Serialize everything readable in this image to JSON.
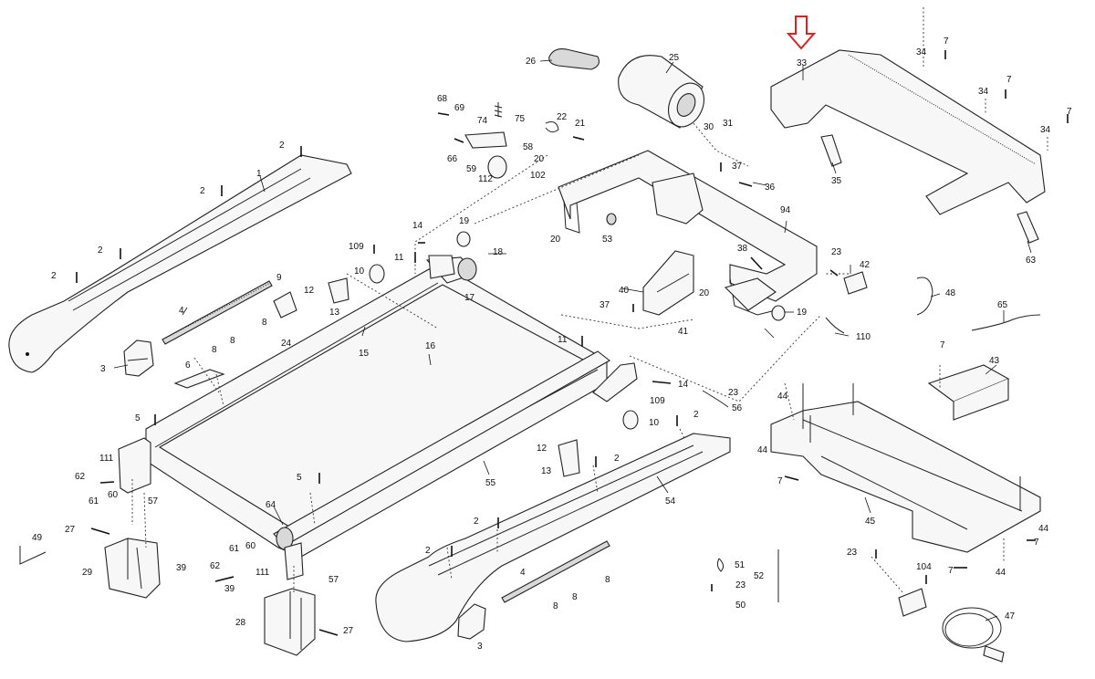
{
  "diagram": {
    "highlight_arrow_color": "#e02020",
    "highlight_arrow_target": "33",
    "labels": {
      "l1": "1",
      "l2a": "2",
      "l2b": "2",
      "l2c": "2",
      "l2d": "2",
      "l2e": "2",
      "l2f": "2",
      "l2g": "2",
      "l2h": "2",
      "l3a": "3",
      "l3b": "3",
      "l4a": "4",
      "l4b": "4",
      "l5a": "5",
      "l5b": "5",
      "l6": "6",
      "l7a": "7",
      "l7b": "7",
      "l7c": "7",
      "l7d": "7",
      "l7e": "7",
      "l7f": "7",
      "l7g": "7",
      "l8a": "8",
      "l8b": "8",
      "l8c": "8",
      "l8d": "8",
      "l8e": "8",
      "l8f": "8",
      "l9": "9",
      "l10a": "10",
      "l10b": "10",
      "l11a": "11",
      "l11b": "11",
      "l12a": "12",
      "l12b": "12",
      "l13a": "13",
      "l13b": "13",
      "l14a": "14",
      "l14b": "14",
      "l15": "15",
      "l16": "16",
      "l17": "17",
      "l18": "18",
      "l19a": "19",
      "l19b": "19",
      "l20a": "20",
      "l20b": "20",
      "l20c": "20",
      "l21": "21",
      "l22": "22",
      "l23a": "23",
      "l23b": "23",
      "l23c": "23",
      "l23d": "23",
      "l24": "24",
      "l25": "25",
      "l26": "26",
      "l27a": "27",
      "l27b": "27",
      "l28": "28",
      "l29": "29",
      "l30": "30",
      "l31": "31",
      "l33": "33",
      "l34a": "34",
      "l34b": "34",
      "l34c": "34",
      "l35": "35",
      "l36": "36",
      "l37a": "37",
      "l37b": "37",
      "l38": "38",
      "l39a": "39",
      "l39b": "39",
      "l40": "40",
      "l41": "41",
      "l42": "42",
      "l43": "43",
      "l44a": "44",
      "l44b": "44",
      "l44c": "44",
      "l44d": "44",
      "l45": "45",
      "l47": "47",
      "l48": "48",
      "l49": "49",
      "l50": "50",
      "l51": "51",
      "l52": "52",
      "l53": "53",
      "l54": "54",
      "l55": "55",
      "l56": "56",
      "l57a": "57",
      "l57b": "57",
      "l58": "58",
      "l59": "59",
      "l60a": "60",
      "l60b": "60",
      "l61a": "61",
      "l61b": "61",
      "l62a": "62",
      "l62b": "62",
      "l63": "63",
      "l64": "64",
      "l65": "65",
      "l66": "66",
      "l68": "68",
      "l69": "69",
      "l74": "74",
      "l75": "75",
      "l94": "94",
      "l102": "102",
      "l104": "104",
      "l109a": "109",
      "l109b": "109",
      "l110": "110",
      "l111a": "111",
      "l111b": "111",
      "l112": "112"
    }
  }
}
